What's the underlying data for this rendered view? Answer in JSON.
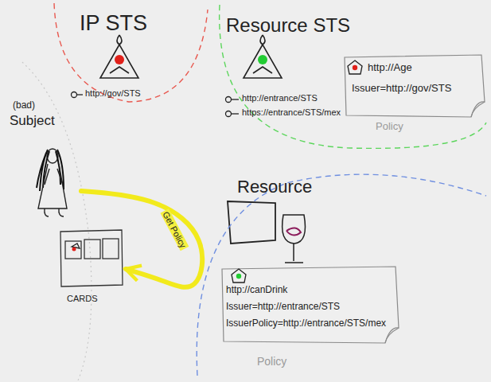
{
  "diagram": {
    "nodes": [
      {
        "text": [
          "IP STS",
          "http://gov/STS"
        ]
      },
      {
        "text": [
          "Resource STS",
          "http://entrance/STS",
          "https://entrance/STS/mex"
        ]
      },
      {
        "text": [
          "http://Age",
          "Issuer=http://gov/STS",
          "Policy"
        ],
        "in": 1
      },
      {
        "text": [
          "(bad)",
          "Subject"
        ]
      },
      {
        "text": [
          "CARDS"
        ]
      },
      {
        "text": [
          "Resource"
        ]
      },
      {
        "text": [
          "http://canDrink",
          "Issuer=http://entrance/STS",
          "IssuerPolicy=http://entrance/STS/mex",
          "Policy"
        ],
        "in": 5
      }
    ],
    "edges": [
      {
        "from": 3,
        "to": 4,
        "label": "Get Policy",
        "arrow": "to"
      }
    ]
  }
}
